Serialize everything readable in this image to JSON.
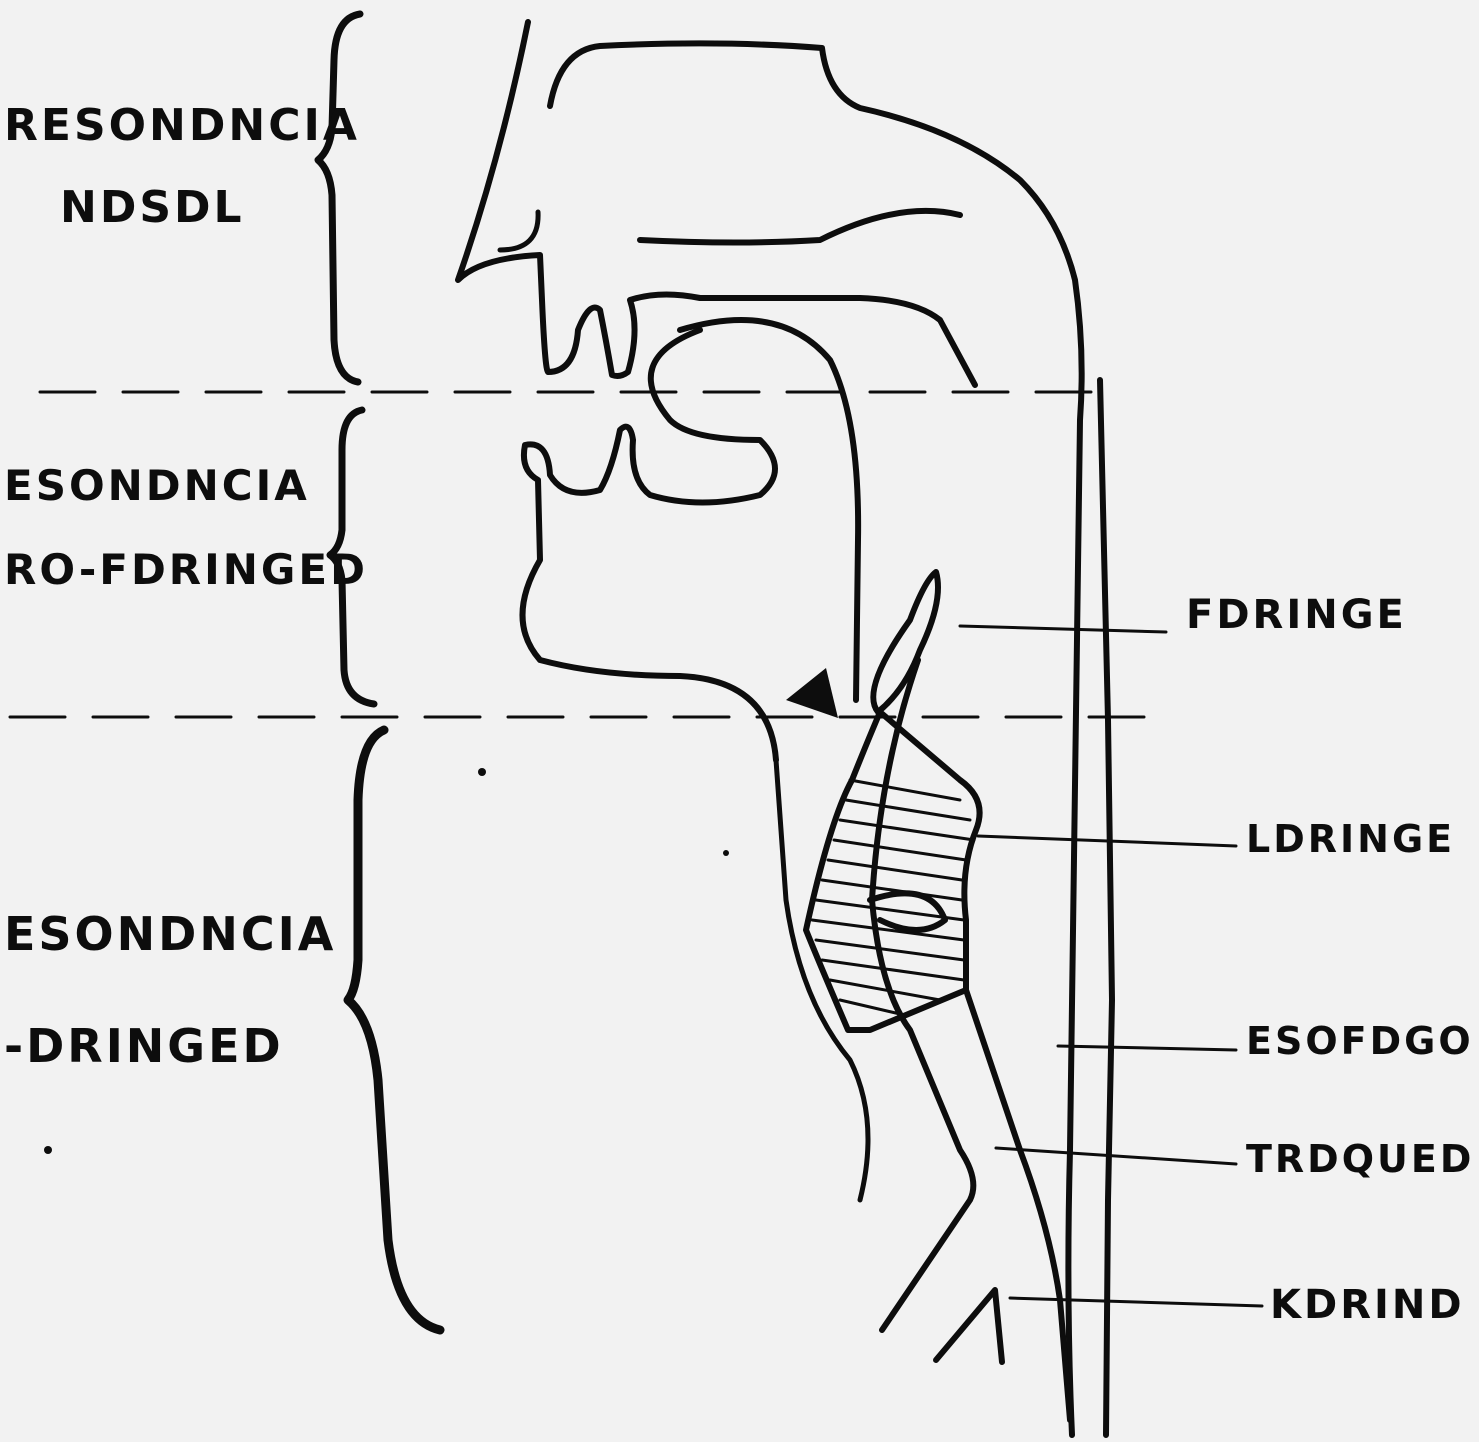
{
  "regions": {
    "nasal": {
      "line1": "RESONDNCIA",
      "line2": "NDSDL"
    },
    "oropharyngeal": {
      "line1": "ESONDNCIA",
      "line2": "RO-FDRINGED"
    },
    "laryngopharyngeal": {
      "line1": "ESONDNCIA",
      "line2": "-DRINGED"
    }
  },
  "labels": {
    "faringe": "FDRINGE",
    "laringe": "LDRINGE",
    "esofago": "ESOFDGO",
    "traquea": "TRDQUED",
    "carina": "KDRIND"
  },
  "colors": {
    "ink": "#0d0d0d",
    "paper": "#f2f2f2"
  }
}
